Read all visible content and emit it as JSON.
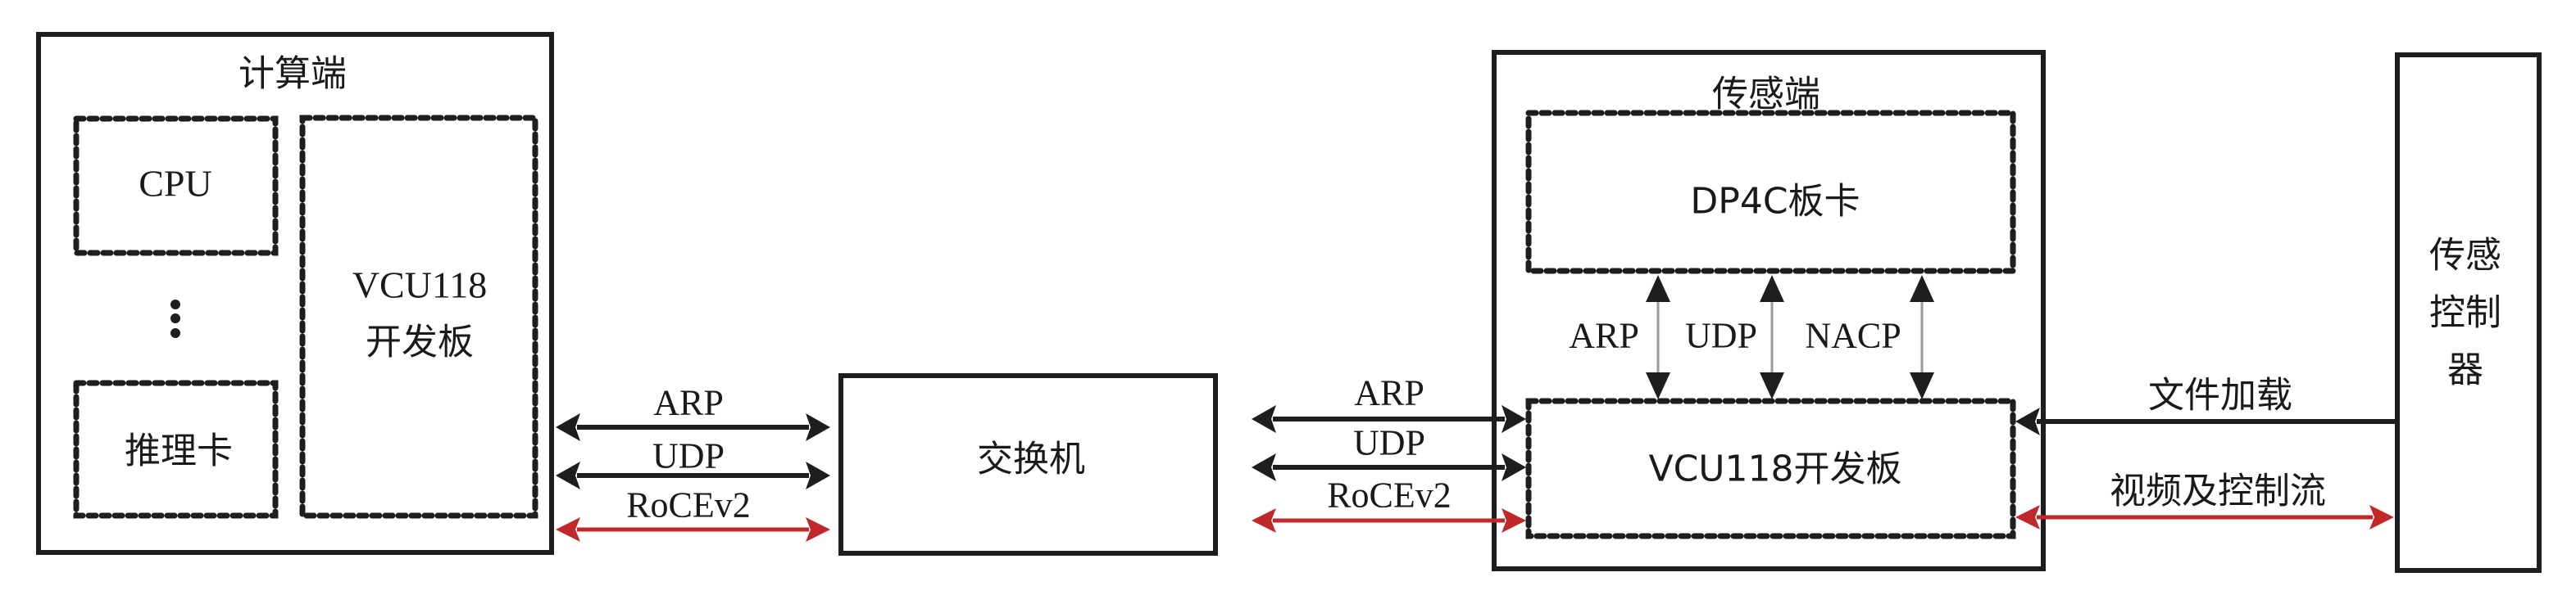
{
  "diagram": {
    "compute_side": {
      "title": "计算端",
      "cpu": "CPU",
      "ellipsis": "⋮",
      "inference_card": "推理卡",
      "fpga_line1": "VCU118",
      "fpga_line2": "开发板"
    },
    "switch": {
      "label": "交换机"
    },
    "links_compute_switch": [
      {
        "label": "ARP",
        "color": "#1e1e1e",
        "direction": "bidirectional"
      },
      {
        "label": "UDP",
        "color": "#1e1e1e",
        "direction": "bidirectional"
      },
      {
        "label": "RoCEv2",
        "color": "#c0282a",
        "direction": "bidirectional"
      }
    ],
    "links_switch_sensor": [
      {
        "label": "ARP",
        "color": "#1e1e1e",
        "direction": "bidirectional"
      },
      {
        "label": "UDP",
        "color": "#1e1e1e",
        "direction": "bidirectional"
      },
      {
        "label": "RoCEv2",
        "color": "#c0282a",
        "direction": "bidirectional"
      }
    ],
    "sensor_side": {
      "title": "传感端",
      "dp4c_card": "DP4C板卡",
      "fpga": "VCU118开发板",
      "internal_links": [
        {
          "label": "ARP",
          "direction": "bidirectional"
        },
        {
          "label": "UDP",
          "direction": "bidirectional"
        },
        {
          "label": "NACP",
          "direction": "bidirectional"
        }
      ]
    },
    "sensor_controller": {
      "line1": "传感",
      "line2": "控制",
      "line3": "器"
    },
    "links_controller": [
      {
        "label": "文件加载",
        "color": "#1e1e1e",
        "direction": "to-sensor-fpga"
      },
      {
        "label": "视频及控制流",
        "color": "#c0282a",
        "direction": "bidirectional"
      }
    ]
  }
}
